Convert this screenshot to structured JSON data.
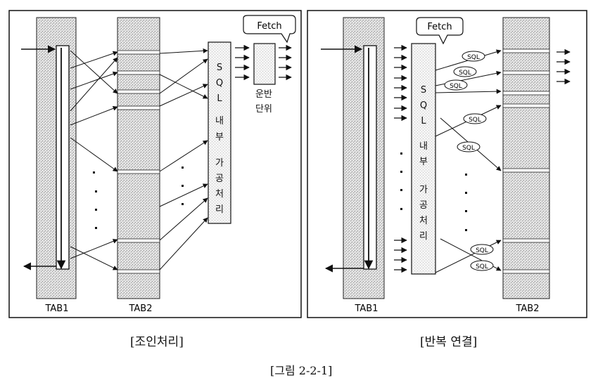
{
  "left_panel": {
    "tab1_label": "TAB1",
    "tab2_label": "TAB2",
    "fetch_label": "Fetch",
    "sql_box_chars": [
      "S",
      "Q",
      "L",
      "내",
      "부",
      "가",
      "공",
      "처",
      "리"
    ],
    "transport_chars": [
      "운반",
      "단위"
    ],
    "caption": "[조인처리]"
  },
  "right_panel": {
    "tab1_label": "TAB1",
    "tab2_label": "TAB2",
    "fetch_label": "Fetch",
    "sql_box_chars": [
      "S",
      "Q",
      "L",
      "내",
      "부",
      "가",
      "공",
      "처",
      "리"
    ],
    "sql_bubble_label": "SQL",
    "caption": "[반복 연결]"
  },
  "figure_caption": "[그림 2-2-1]"
}
